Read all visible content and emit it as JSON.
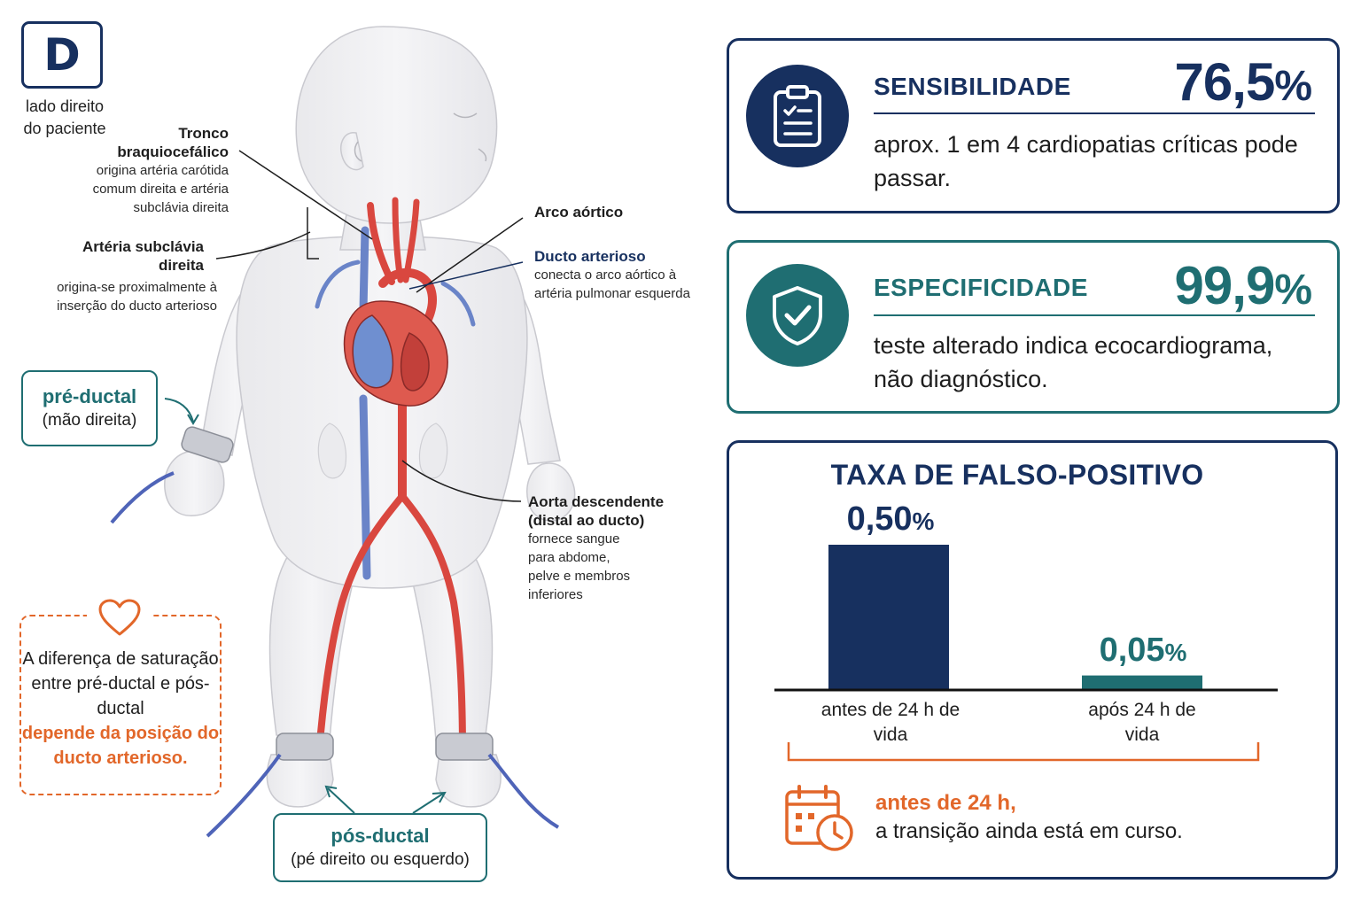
{
  "panel": {
    "letter": "D",
    "side_note": "lado direito do paciente"
  },
  "anatomy": {
    "brachiocephalic": {
      "title": "Tronco braquiocefálico",
      "desc": "origina artéria carótida comum direita e artéria subclávia direita"
    },
    "subclavian": {
      "title": "Artéria subclávia direita",
      "desc": "origina-se proximalmente à inserção do ducto arterioso"
    },
    "aortic_arch": {
      "title": "Arco aórtico"
    },
    "ductus": {
      "title": "Ducto arterioso",
      "desc": "conecta o arco aórtico à artéria pulmonar esquerda"
    },
    "descending": {
      "title": "Aorta descendente (distal ao ducto)",
      "desc": "fornece sangue para abdome, pelve e membros inferiores"
    }
  },
  "probes": {
    "pre": {
      "title": "pré-ductal",
      "sub": "(mão direita)"
    },
    "post": {
      "title": "pós-ductal",
      "sub": "(pé direito ou esquerdo)"
    }
  },
  "note": {
    "text": "A diferença de saturação entre pré-ductal e pós-ductal",
    "highlight": "depende da posição do ducto arterioso."
  },
  "sensitivity": {
    "label": "SENSIBILIDADE",
    "value": "76,5",
    "unit": "%",
    "desc": "aprox. 1 em 4 cardiopatias críticas pode passar."
  },
  "specificity": {
    "label": "ESPECIFICIDADE",
    "value": "99,9",
    "unit": "%",
    "desc": "teste alterado indica ecocardiograma, não diagnóstico."
  },
  "false_positive": {
    "note_highlight": "antes de 24 h,",
    "note_text": "a transição ainda está em curso."
  },
  "colors": {
    "navy": "#17305f",
    "teal": "#1f6e72",
    "orange": "#e2672a"
  },
  "icons": {
    "sensitivity": "clipboard-check-icon",
    "specificity": "shield-check-icon",
    "note": "heart-icon",
    "false_positive": "calendar-clock-icon"
  },
  "chart_data": {
    "type": "bar",
    "title": "TAXA DE FALSO-POSITIVO",
    "categories": [
      "antes de 24 h de vida",
      "após 24 h de vida"
    ],
    "values": [
      0.5,
      0.05
    ],
    "value_labels": [
      "0,50",
      "0,05"
    ],
    "unit": "%",
    "ylim": [
      0,
      0.5
    ],
    "colors": [
      "#17305f",
      "#1f6e72"
    ],
    "xlabel": "",
    "ylabel": ""
  }
}
